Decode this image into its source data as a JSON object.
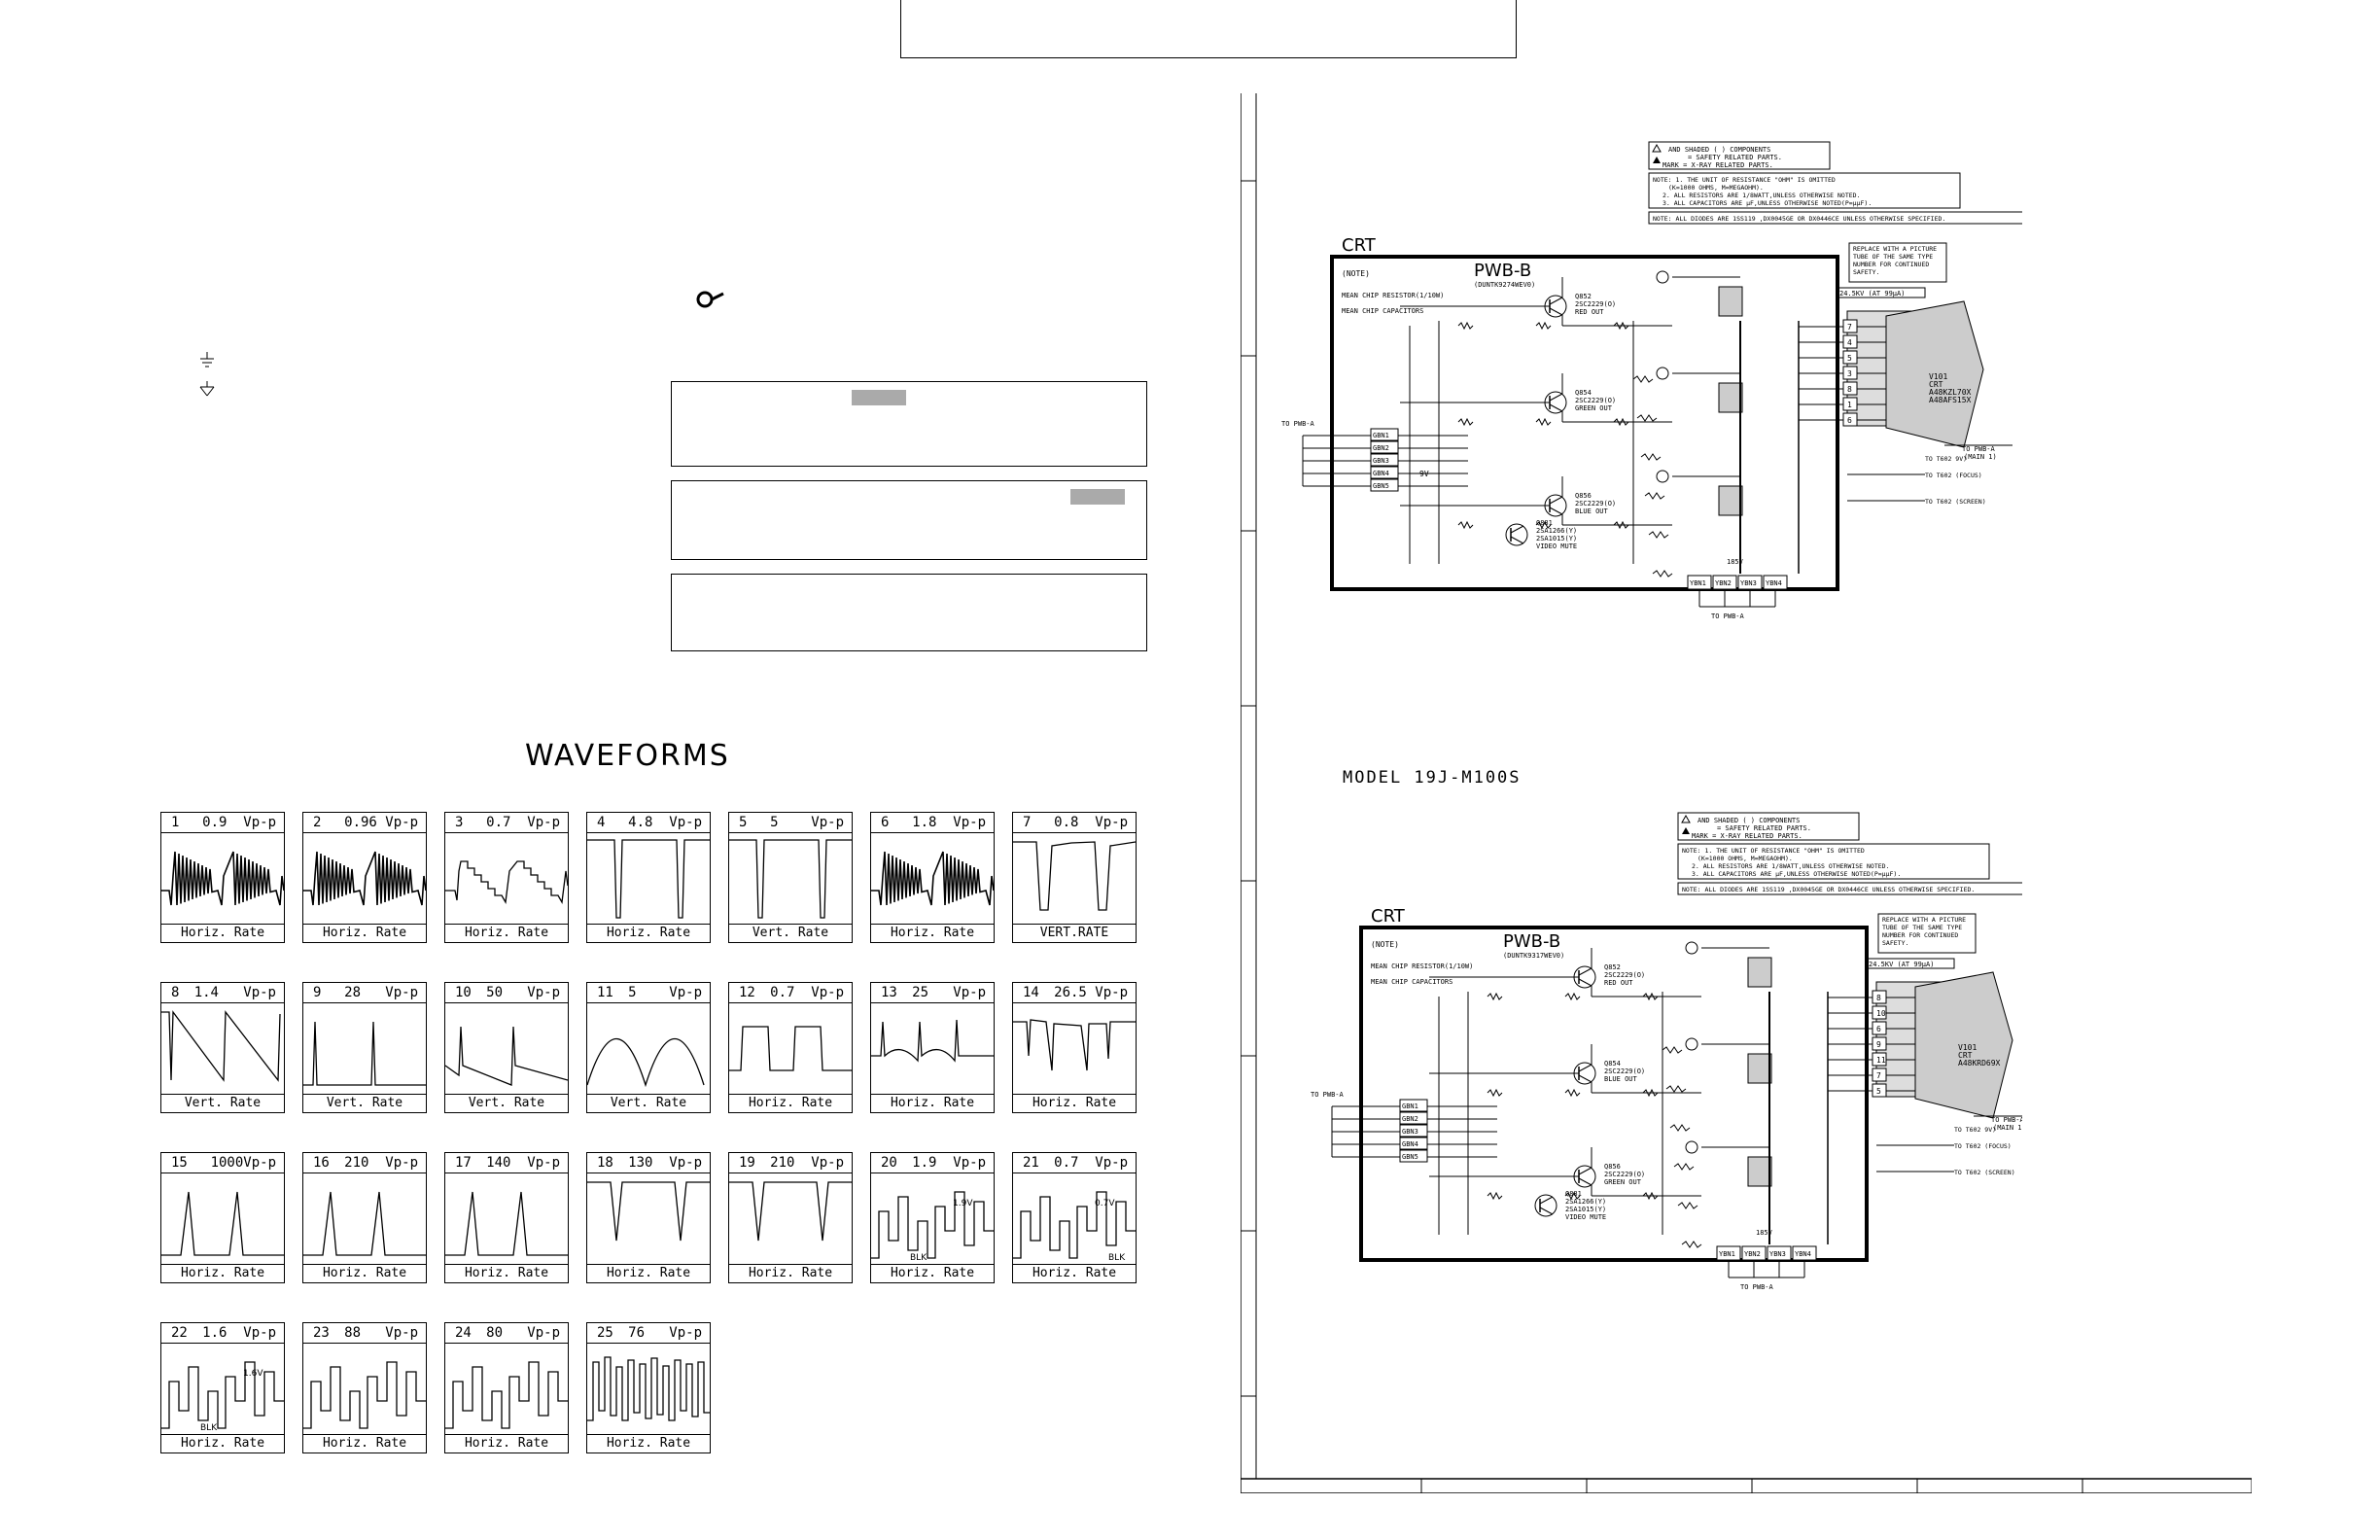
{
  "waveforms": {
    "title": "WAVEFORMS",
    "items": [
      {
        "num": "1",
        "value": "0.9  Vp-p",
        "rate": "Horiz. Rate",
        "shape": "video"
      },
      {
        "num": "2",
        "value": "0.96 Vp-p",
        "rate": "Horiz. Rate",
        "shape": "video"
      },
      {
        "num": "3",
        "value": "0.7  Vp-p",
        "rate": "Horiz. Rate",
        "shape": "stair"
      },
      {
        "num": "4",
        "value": "4.8  Vp-p",
        "rate": "Horiz. Rate",
        "shape": "neg-pulse"
      },
      {
        "num": "5",
        "value": "5    Vp-p",
        "rate": "Vert. Rate",
        "shape": "neg-pulse"
      },
      {
        "num": "6",
        "value": "1.8  Vp-p",
        "rate": "Horiz. Rate",
        "shape": "video"
      },
      {
        "num": "7",
        "value": "0.8  Vp-p",
        "rate": "VERT.RATE",
        "shape": "neg-pulse-sag"
      },
      {
        "num": "8",
        "value": "1.4   Vp-p",
        "rate": "Vert. Rate",
        "shape": "saw"
      },
      {
        "num": "9",
        "value": "28   Vp-p",
        "rate": "Vert. Rate",
        "shape": "pos-pulse"
      },
      {
        "num": "10",
        "value": "50   Vp-p",
        "rate": "Vert. Rate",
        "shape": "saw-pulse"
      },
      {
        "num": "11",
        "value": "5    Vp-p",
        "rate": "Vert. Rate",
        "shape": "parabola"
      },
      {
        "num": "12",
        "value": "0.7  Vp-p",
        "rate": "Horiz. Rate",
        "shape": "square"
      },
      {
        "num": "13",
        "value": "25   Vp-p",
        "rate": "Horiz. Rate",
        "shape": "decay"
      },
      {
        "num": "14",
        "value": "26.5 Vp-p",
        "rate": "Horiz. Rate",
        "shape": "noise-neg"
      },
      {
        "num": "15",
        "value": "1000Vp-p",
        "rate": "Horiz. Rate",
        "shape": "flyback"
      },
      {
        "num": "16",
        "value": "210  Vp-p",
        "rate": "Horiz. Rate",
        "shape": "flyback"
      },
      {
        "num": "17",
        "value": "140  Vp-p",
        "rate": "Horiz. Rate",
        "shape": "flyback"
      },
      {
        "num": "18",
        "value": "130  Vp-p",
        "rate": "Horiz. Rate",
        "shape": "neg-spike"
      },
      {
        "num": "19",
        "value": "210  Vp-p",
        "rate": "Horiz. Rate",
        "shape": "neg-spike"
      },
      {
        "num": "20",
        "value": "1.9  Vp-p",
        "rate": "Horiz. Rate",
        "shape": "bars",
        "amp": "1.9V",
        "blk": "BLK"
      },
      {
        "num": "21",
        "value": "0.7  Vp-p",
        "rate": "Horiz. Rate",
        "shape": "bars",
        "amp": "0.7V",
        "blk": "BLK"
      },
      {
        "num": "22",
        "value": "1.6  Vp-p",
        "rate": "Horiz. Rate",
        "shape": "bars",
        "amp": "1.6V",
        "blk": "BLK"
      },
      {
        "num": "23",
        "value": "88   Vp-p",
        "rate": "Horiz. Rate",
        "shape": "bars"
      },
      {
        "num": "24",
        "value": "80   Vp-p",
        "rate": "Horiz. Rate",
        "shape": "bars"
      },
      {
        "num": "25",
        "value": "76   Vp-p",
        "rate": "Horiz. Rate",
        "shape": "bars-dense"
      }
    ]
  },
  "schematic_top": {
    "crt_label": "CRT",
    "pwb_label": "PWB-B",
    "pwb_code": "(DUNTK9274WEV0)",
    "note_title": "(NOTE)",
    "chip_res": "MEAN CHIP RESISTOR(1/10W)",
    "chip_cap": "MEAN CHIP CAPACITORS",
    "safety_1": "AND SHADED (      ) COMPONENTS",
    "safety_2": "= SAFETY RELATED PARTS.",
    "safety_3": "MARK = X-RAY RELATED PARTS.",
    "note_1": "NOTE: 1. THE UNIT OF RESISTANCE \"OHM\" IS OMITTED",
    "note_2": "(K=1000 OHMS, M=MEGAOHM).",
    "note_3": "2. ALL RESISTORS ARE 1/8WATT,UNLESS OTHERWISE NOTED.",
    "note_4": "3. ALL CAPACITORS ARE µF,UNLESS OTHERWISE NOTED(P=µµF).",
    "diodes": "NOTE: ALL DIODES ARE  1SS119 ,DX0045GE OR DX0446CE UNLESS OTHERWISE SPECIFIED.",
    "replace_1": "REPLACE WITH A PICTURE",
    "replace_2": "TUBE OF THE SAME TYPE",
    "replace_3": "NUMBER FOR CONTINUED",
    "replace_4": "SAFETY.",
    "hv": "24.5KV (AT 99µA)",
    "crt_1": "V101",
    "crt_2": "CRT",
    "crt_3": "A48KZL70X",
    "crt_4": "A48AFS15X",
    "q852": [
      "Q852",
      "2SC2229(O)",
      "RED OUT"
    ],
    "q854": [
      "Q854",
      "2SC2229(O)",
      "GREEN OUT"
    ],
    "q856": [
      "Q856",
      "2SC2229(O)",
      "BLUE OUT"
    ],
    "q881": [
      "Q881",
      "2SA1266(Y)",
      "2SA1015(Y)",
      "VIDEO MUTE"
    ],
    "to_pwba": "TO PWB-A",
    "to_pwba_main": "TO PWB-A",
    "main": "(MAIN 1)",
    "to_t602_9v": "TO T602 9V)",
    "to_t602_focus": "TO T602 (FOCUS)",
    "to_t602_screen": "TO T602 (SCREEN)",
    "gbn": [
      "GBN1",
      "GBN2",
      "GBN3",
      "GBN4",
      "GBN5"
    ],
    "ybn": [
      "YBN1",
      "YBN2",
      "YBN3",
      "YBN4"
    ],
    "pins": [
      "7",
      "4",
      "5",
      "3",
      "8",
      "1",
      "6"
    ],
    "v9": "9V",
    "bus_185v": "185V"
  },
  "model_label": "MODEL  19J-M100S",
  "schematic_bottom": {
    "crt_label": "CRT",
    "pwb_label": "PWB-B",
    "pwb_code": "(DUNTK9317WEV0)",
    "note_title": "(NOTE)",
    "chip_res": "MEAN CHIP RESISTOR(1/10W)",
    "chip_cap": "MEAN CHIP CAPACITORS",
    "safety_1": "AND SHADED (      ) COMPONENTS",
    "safety_2": "= SAFETY RELATED PARTS.",
    "safety_3": "MARK = X-RAY RELATED PARTS.",
    "note_1": "NOTE: 1. THE UNIT OF RESISTANCE \"OHM\" IS OMITTED",
    "note_2": "(K=1000 OHMS, M=MEGAOHM).",
    "note_3": "2. ALL RESISTORS ARE 1/8WATT,UNLESS OTHERWISE NOTED.",
    "note_4": "3. ALL CAPACITORS ARE µF,UNLESS OTHERWISE NOTED(P=µµF).",
    "diodes": "NOTE: ALL DIODES ARE  1SS119 ,DX0045GE OR DX0446CE UNLESS OTHERWISE SPECIFIED.",
    "replace_1": "REPLACE WITH A PICTURE",
    "replace_2": "TUBE OF THE SAME TYPE",
    "replace_3": "NUMBER FOR CONTINUED",
    "replace_4": "SAFETY.",
    "hv": "24.5KV (AT 99µA)",
    "crt_1": "V101",
    "crt_2": "CRT",
    "crt_3": "A48KRD69X",
    "q852": [
      "Q852",
      "2SC2229(O)",
      "RED OUT"
    ],
    "q856": [
      "Q856",
      "2SC2229(O)",
      "GREEN OUT"
    ],
    "q854": [
      "Q854",
      "2SC2229(O)",
      "BLUE OUT"
    ],
    "q881": [
      "Q881",
      "2SA1266(Y)",
      "2SA1015(Y)",
      "VIDEO MUTE"
    ],
    "to_pwba": "TO PWB-A",
    "to_pwba_main": "TO PWB-A",
    "main": "(MAIN 1)",
    "to_t602_9v": "TO T602 9V)",
    "to_t602_focus": "TO T602 (FOCUS)",
    "to_t602_screen": "TO T602 (SCREEN)",
    "gbn": [
      "GBN1",
      "GBN2",
      "GBN3",
      "GBN4",
      "GBN5"
    ],
    "ybn": [
      "YBN1",
      "YBN2",
      "YBN3",
      "YBN4"
    ],
    "pins": [
      "8",
      "10",
      "6",
      "9",
      "11",
      "7",
      "5"
    ],
    "bus_185v": "185V"
  }
}
